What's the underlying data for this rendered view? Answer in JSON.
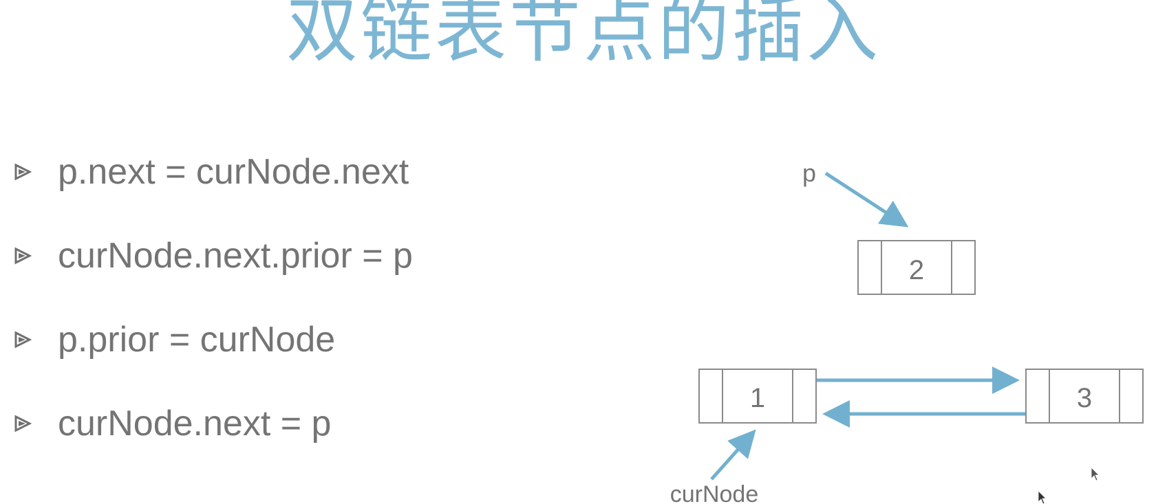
{
  "title": "双链表节点的插入",
  "colors": {
    "title": "#7db6d3",
    "arrow": "#72b0cf",
    "text": "#747474",
    "box": "#8a8a8a"
  },
  "bullets": [
    {
      "text": "p.next = curNode.next"
    },
    {
      "text": "curNode.next.prior = p"
    },
    {
      "text": "p.prior = curNode"
    },
    {
      "text": "curNode.next = p"
    }
  ],
  "diagram": {
    "nodes": [
      {
        "label": "2"
      },
      {
        "label": "1"
      },
      {
        "label": "3"
      }
    ],
    "pointers": {
      "p_label": "p",
      "curnode_label": "curNode"
    }
  }
}
